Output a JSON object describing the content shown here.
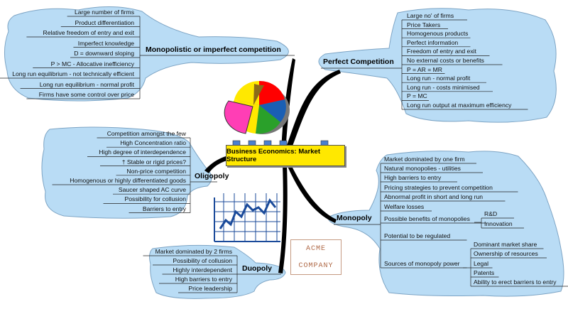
{
  "center": {
    "title": "Business Economics: Market Structure"
  },
  "logo": {
    "line1": "ACME",
    "line2": "COMPANY"
  },
  "branches": {
    "monopolistic": {
      "title": "Monopolistic or imperfect competition",
      "items": [
        "Large number of firms",
        "Product differentiation",
        "Relative freedom of entry and exit",
        "Imperfect knowledge",
        "D = downward sloping",
        "P > MC - Allocative inefficiency",
        "Long run equilibrium - not technically efficient",
        "Long run equilibrium - normal profit",
        "Firms have some control over price"
      ]
    },
    "perfect": {
      "title": "Perfect Competition",
      "items": [
        "Large no' of firms",
        "Price Takers",
        "Homogenous products",
        "Perfect information",
        "Freedom of entry and exit",
        "No external costs or benefits",
        "P = AR = MR",
        "Long run - normal profit",
        "Long run - costs minimised",
        "P = MC",
        "Long run output at maximum efficiency"
      ]
    },
    "oligopoly": {
      "title": "Oligopoly",
      "items": [
        "Competition amongst the few",
        "High Concentration ratio",
        "High degree of interdependence",
        "Stable or rigid prices?",
        "Non-price competition",
        "Homogenous or highly differentiated goods",
        "Saucer shaped AC curve",
        "Possibility for collusion",
        "Barriers to entry"
      ],
      "stable_marker": "†"
    },
    "monopoly": {
      "title": "Monopoly",
      "items": [
        "Market dominated by one firm",
        "Natural monopolies - utilities",
        "High barriers to entry",
        "Pricing strategies to prevent competition",
        "Abnormal profit in short and long run",
        "Welfare losses",
        "Possible benefits of monopolies",
        "Potential to be regulated",
        "Sources of monopoly power"
      ],
      "benefits": [
        "R&D",
        "Innovation"
      ],
      "sources": [
        "Dominant market share",
        "Ownership of resources",
        "Legal",
        "Patents",
        "Ability to erect barriers to entry"
      ]
    },
    "duopoly": {
      "title": "Duopoly",
      "items": [
        "Market dominated by 2 firms",
        "Possibility of collusion",
        "Highly interdependent",
        "High barriers to entry",
        "Price leadership"
      ]
    }
  }
}
